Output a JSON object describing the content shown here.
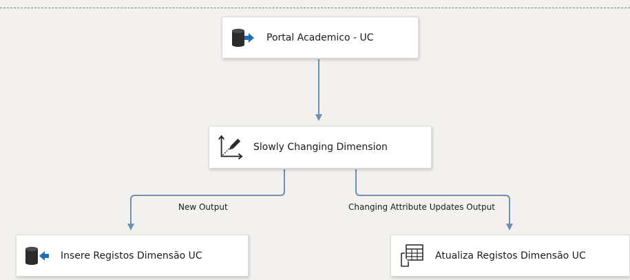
{
  "nodes": {
    "source": {
      "label": "Portal Academico - UC",
      "icon": "ole-db-source-icon"
    },
    "scd": {
      "label": "Slowly Changing Dimension",
      "icon": "slowly-changing-dimension-icon"
    },
    "insert_dest": {
      "label": "Insere Registos Dimensão UC",
      "icon": "ole-db-destination-icon"
    },
    "update_cmd": {
      "label": "Atualiza Registos Dimensão UC",
      "icon": "ole-db-command-icon"
    }
  },
  "paths": {
    "new_output": "New Output",
    "changing_attribute_output": "Changing Attribute Updates Output"
  },
  "colors": {
    "connector": "#6f8fb5",
    "canvas": "#f3f1ed",
    "node": "#ffffff"
  }
}
